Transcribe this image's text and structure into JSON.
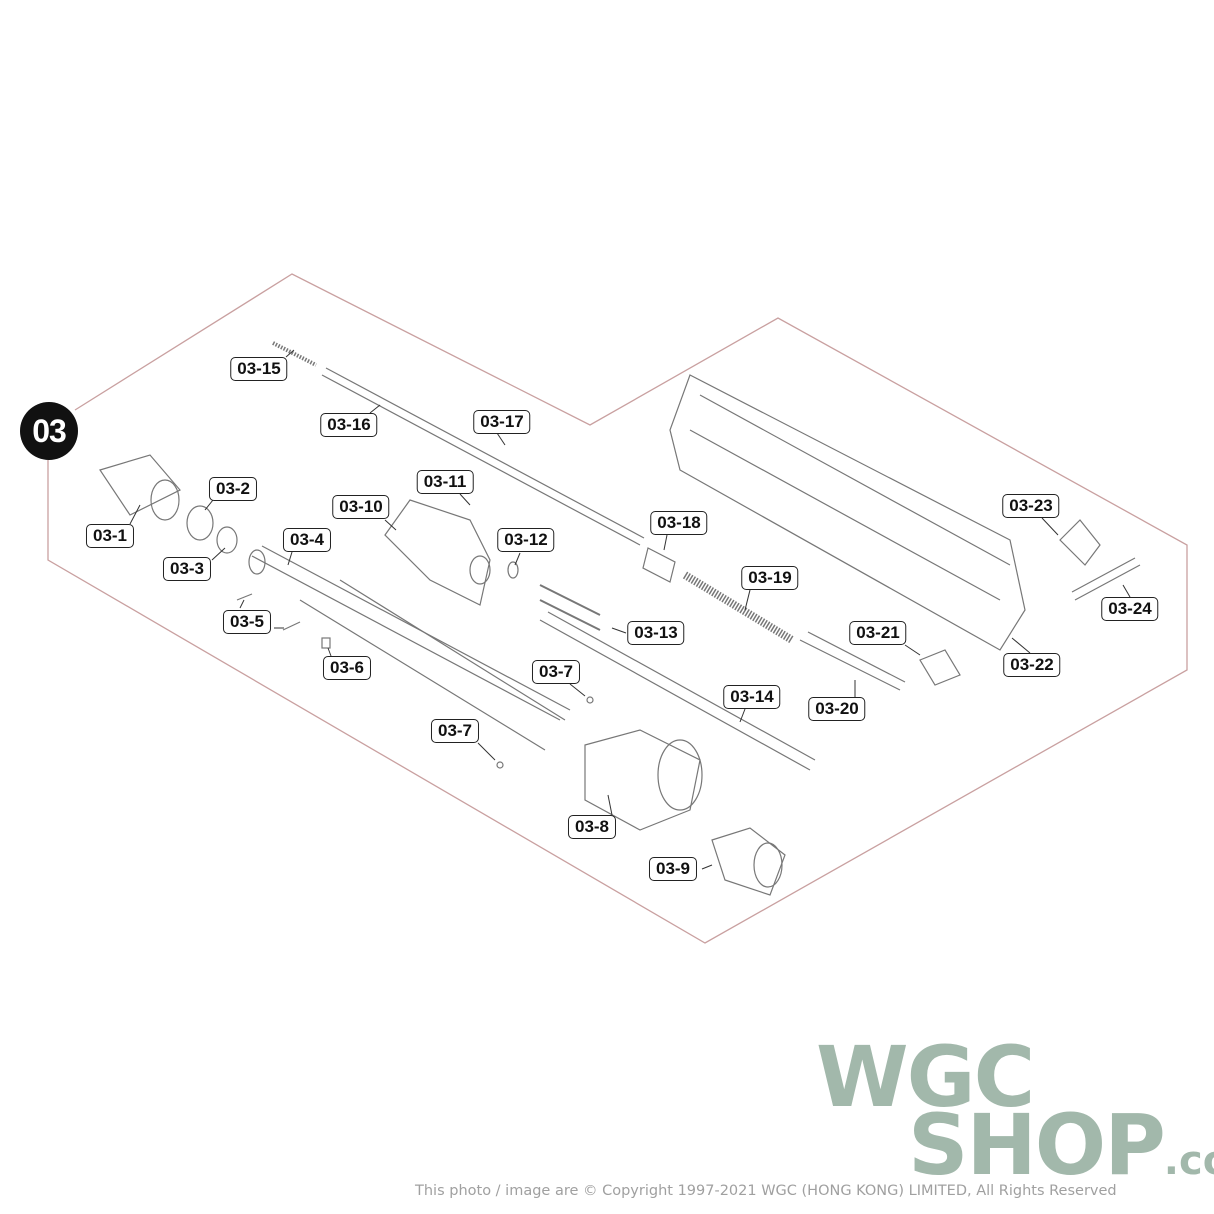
{
  "section": "03",
  "labels": [
    "03-15",
    "03-16",
    "03-17",
    "03-1",
    "03-2",
    "03-3",
    "03-4",
    "03-10",
    "03-11",
    "03-12",
    "03-5",
    "03-6",
    "03-7",
    "03-7",
    "03-13",
    "03-14",
    "03-18",
    "03-19",
    "03-20",
    "03-21",
    "03-22",
    "03-23",
    "03-24",
    "03-8",
    "03-9"
  ],
  "logo": {
    "line1": "WGC",
    "line2": "SHOP",
    "suffix": ".com"
  },
  "copyright": "This photo / image are © Copyright 1997-2021 WGC (HONG KONG) LIMITED, All Rights Reserved",
  "colors": {
    "border": "#c9a0a0",
    "logo": "#a2b8ab",
    "line": "#888888"
  }
}
